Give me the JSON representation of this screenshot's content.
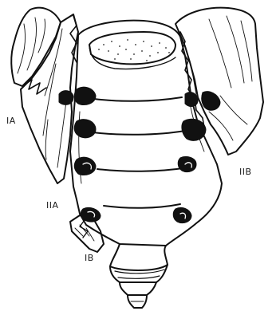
{
  "labels": {
    "ia": "IA",
    "iia": "IIA",
    "ib": "IB",
    "iib": "IIB"
  },
  "colors": {
    "ink": "#111111",
    "paper": "#ffffff"
  }
}
